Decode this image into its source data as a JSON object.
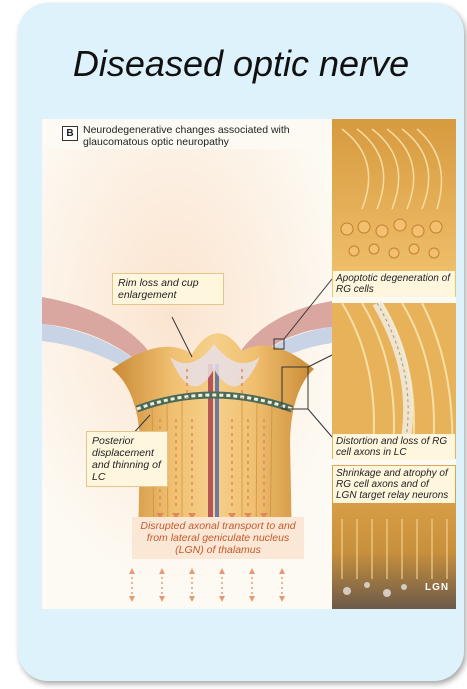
{
  "title": "Diseased optic nerve",
  "figure": {
    "panel_letter": "B",
    "heading": "Neurodegenerative changes associated with glaucomatous optic neuropathy",
    "callouts": {
      "rim_loss": "Rim loss and cup enlargement",
      "posterior_lc": "Posterior displacement and thinning of LC",
      "transport": "Disrupted axonal transport to and from lateral geniculate nucleus (LGN) of thalamus"
    },
    "side_panels": {
      "rg_cells": "Apoptotic degeneration of RG cells",
      "axons_lc": "Distortion and loss of RG cell axons in LC",
      "lgn": "Shrinkage and atrophy of RG cell axons and of LGN target relay neurons",
      "lgn_label": "LGN"
    }
  },
  "colors": {
    "card": "#ddf2fb",
    "nerve": "#e3a84a",
    "arrows": "#e08a5a",
    "callout_bg": "#fff6de"
  }
}
